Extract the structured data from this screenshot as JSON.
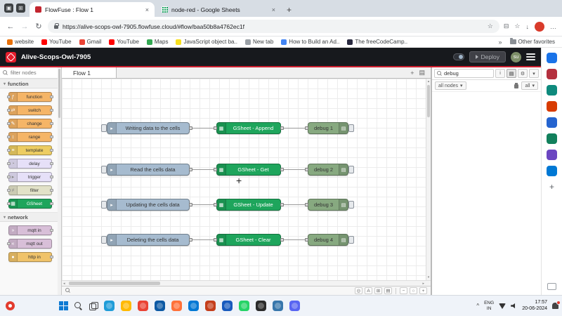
{
  "browser": {
    "tabs": [
      {
        "label": "FlowFuse : Flow 1",
        "favicon_color": "#c2252f",
        "close": "×"
      },
      {
        "label": "node-red - Google Sheets",
        "favicon_color": "#0f9d58",
        "close": "×"
      }
    ],
    "new_tab_button": "+",
    "nav": {
      "back": "←",
      "forward": "→",
      "refresh": "↻",
      "url": "https://alive-scops-owl-7905.flowfuse.cloud/#flow/baa50b8a4762ec1f",
      "favorite_star": "☆"
    },
    "toolbar_icons": {
      "split": "⊟",
      "favorites": "☆",
      "downloads": "↓",
      "menu": "…"
    },
    "profile_color": "#d93b2b",
    "bookmarks": [
      {
        "label": "website",
        "color": "#e8710a"
      },
      {
        "label": "YouTube",
        "color": "#ff0000"
      },
      {
        "label": "Gmail",
        "color": "#ea4335"
      },
      {
        "label": "YouTube",
        "color": "#ff0000"
      },
      {
        "label": "Maps",
        "color": "#34a853"
      },
      {
        "label": "JavaScript object ba..",
        "color": "#f7df1e"
      },
      {
        "label": "New tab",
        "color": "#9aa0a6"
      },
      {
        "label": "How to Build an Ad..",
        "color": "#4285f4"
      },
      {
        "label": "The freeCodeCamp..",
        "color": "#2a2a40"
      }
    ],
    "bookmarks_overflow_chevron": "»",
    "other_favorites_label": "Other favorites"
  },
  "app": {
    "accent": "#d01f2f",
    "logo_color": "#e51d2c",
    "title": "Alive-Scops-Owl-7905",
    "deploy_label": "Deploy",
    "avatar_label": "su",
    "palette": {
      "search_placeholder": "filter nodes",
      "categories": [
        {
          "label": "function",
          "caret": "▾"
        },
        {
          "label": "network",
          "caret": "▾"
        }
      ],
      "function_nodes": [
        {
          "label": "function",
          "color": "#f5b567",
          "glyph": "ƒ"
        },
        {
          "label": "switch",
          "color": "#f5b567",
          "glyph": "⇄"
        },
        {
          "label": "change",
          "color": "#f5b567",
          "glyph": "✎"
        },
        {
          "label": "range",
          "color": "#f5b567",
          "glyph": "↕"
        },
        {
          "label": "template",
          "color": "#edcd62",
          "glyph": "≡"
        },
        {
          "label": "delay",
          "color": "#e6e0f8",
          "glyph": "◔"
        },
        {
          "label": "trigger",
          "color": "#e6e0f8",
          "glyph": "▸"
        },
        {
          "label": "filter",
          "color": "#e2e2c8",
          "glyph": "≠"
        },
        {
          "label": "GSheet",
          "color": "#1ea55c",
          "glyph": "▦"
        }
      ],
      "network_nodes": [
        {
          "label": "mqtt in",
          "color": "#d8bfd8",
          "glyph": "»"
        },
        {
          "label": "mqtt out",
          "color": "#d8bfd8",
          "glyph": "«"
        },
        {
          "label": "http in",
          "color": "#f0c36a",
          "glyph": "●"
        }
      ]
    },
    "workspace": {
      "flow_tab": "Flow 1",
      "add_flow": "+",
      "flow_list": "▤",
      "node_colors": {
        "inject": "#a6bbcf",
        "gsheet": "#1ea55c",
        "debug": "#87a980"
      },
      "node_icons": {
        "inject": "▸",
        "gsheet": "▦",
        "debug": "▤"
      },
      "rows": [
        {
          "inject": "Writing data to the cells",
          "gsheet": "GSheet - Append",
          "debug": "debug 1"
        },
        {
          "inject": "Read the cells data",
          "gsheet": "GSheet - Get",
          "debug": "debug 2"
        },
        {
          "inject": "Updating the cells data",
          "gsheet": "GSheet - Update",
          "debug": "debug 3"
        },
        {
          "inject": "Deleting the cells data",
          "gsheet": "GSheet - Clear",
          "debug": "debug 4"
        }
      ],
      "cursor_glyph": "+",
      "scroll_arrows": {
        "up": "▴",
        "down": "▾",
        "left": "◂",
        "right": "▸"
      },
      "footer_buttons": [
        {
          "name": "focus-button",
          "glyph": "◎"
        },
        {
          "name": "align-button",
          "glyph": "A"
        },
        {
          "name": "grid-button",
          "glyph": "⊞"
        },
        {
          "name": "navigator-button",
          "glyph": "▤"
        }
      ],
      "zoom": {
        "out": "−",
        "reset": "○",
        "in": "+"
      }
    },
    "debug_sidebar": {
      "search_value": "debug",
      "tabs": [
        {
          "name": "info-tab",
          "glyph": "i"
        },
        {
          "name": "debug-tab",
          "glyph": "▤"
        },
        {
          "name": "config-tab",
          "glyph": "⚙"
        },
        {
          "name": "more-tabs",
          "glyph": "▾"
        }
      ],
      "filter_nodes_label": "all nodes",
      "filter_nodes_caret": "▾",
      "filter_all_label": "all",
      "filter_all_caret": "▾"
    }
  },
  "edge_sidebar": {
    "icons": [
      {
        "name": "search-tool",
        "color": "#1a73e8"
      },
      {
        "name": "copilot-tool",
        "color": "#b4303e"
      },
      {
        "name": "teal-tool",
        "color": "#0e8a7d"
      },
      {
        "name": "office-tool",
        "color": "#d83b01"
      },
      {
        "name": "outlook-tool",
        "color": "#2564cf"
      },
      {
        "name": "green-tool",
        "color": "#12805c"
      },
      {
        "name": "purple-tool",
        "color": "#6b46c1"
      },
      {
        "name": "blue-tool",
        "color": "#0078d4"
      }
    ],
    "add_label": "+"
  },
  "taskbar": {
    "apps": [
      {
        "name": "edge",
        "color": "#1f9cd8"
      },
      {
        "name": "file-explorer",
        "color": "#ffb900"
      },
      {
        "name": "chrome",
        "color": "#ea4335"
      },
      {
        "name": "store",
        "color": "#0c59a4"
      },
      {
        "name": "firefox",
        "color": "#ff7139"
      },
      {
        "name": "vscode",
        "color": "#0078d4"
      },
      {
        "name": "powerpoint",
        "color": "#c43e1c"
      },
      {
        "name": "word",
        "color": "#185abd"
      },
      {
        "name": "whatsapp",
        "color": "#25d366"
      },
      {
        "name": "obs",
        "color": "#2b2b2b"
      },
      {
        "name": "python",
        "color": "#3776ab"
      },
      {
        "name": "discord",
        "color": "#5865f2"
      }
    ],
    "tray_chevron": "^",
    "lang_line1": "ENG",
    "lang_line2": "IN",
    "time": "17:57",
    "date": "20-06-2024"
  }
}
